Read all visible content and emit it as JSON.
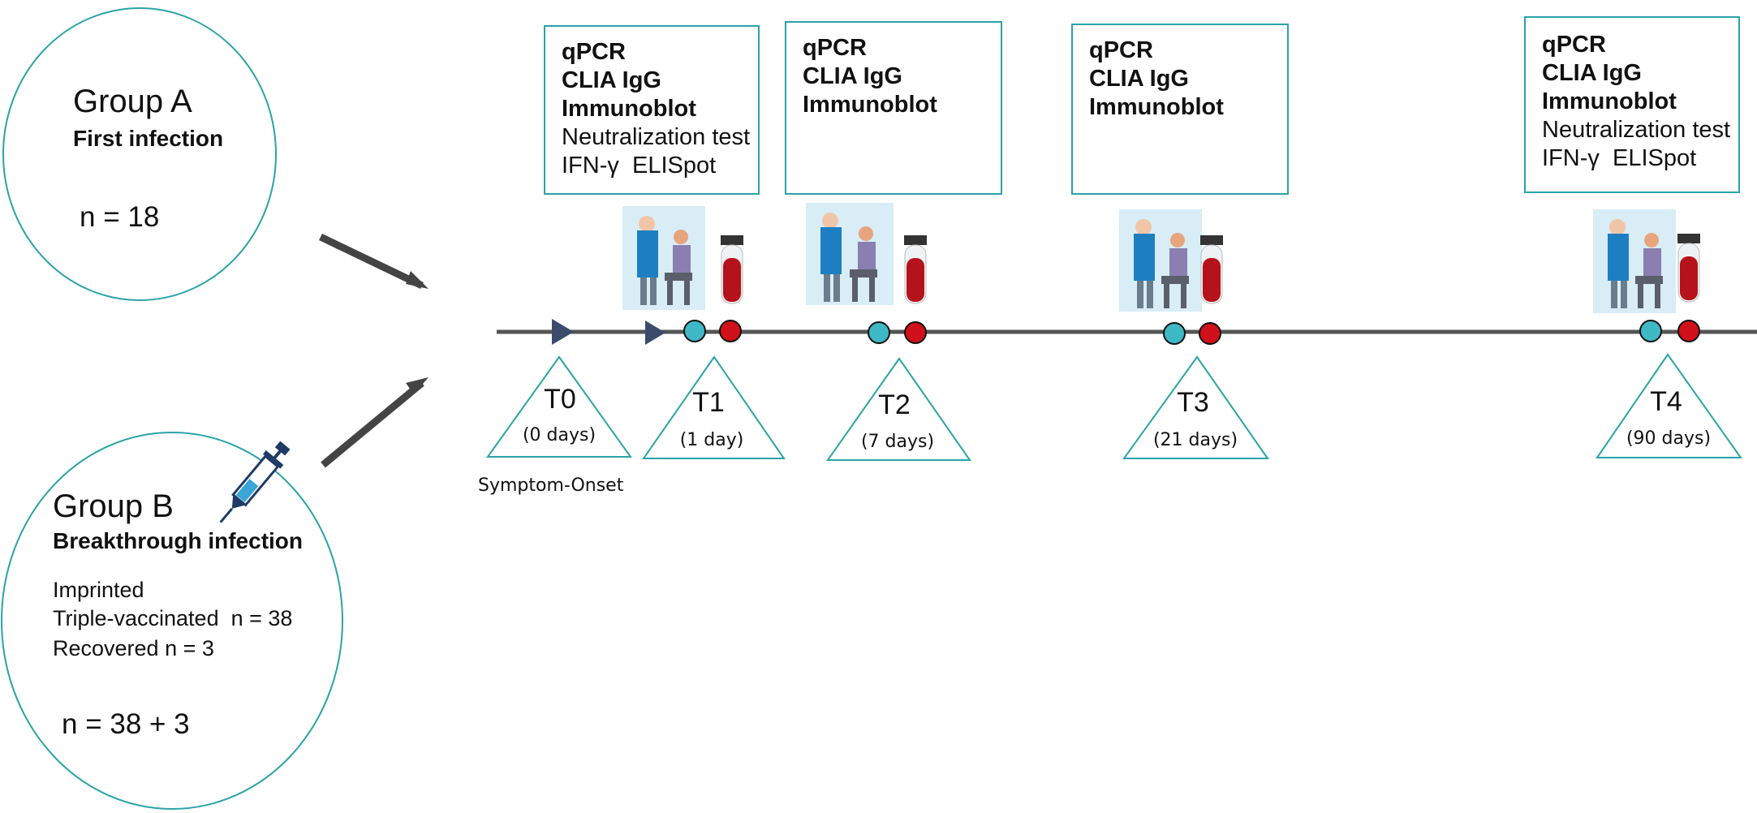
{
  "groups": {
    "a": {
      "title": "Group A",
      "subtitle": "First infection",
      "n": "n = 18"
    },
    "b": {
      "title": "Group B",
      "subtitle": "Breakthrough infection",
      "lines": [
        "Imprinted",
        "Triple-vaccinated  n = 38",
        "Recovered n = 3"
      ],
      "n": "n = 38 + 3",
      "icon": "syringe-icon"
    }
  },
  "timepoints": [
    {
      "label": "T0",
      "days": "(0 days)",
      "note": "Symptom-Onset"
    },
    {
      "label": "T1",
      "days": "(1 day)"
    },
    {
      "label": "T2",
      "days": "(7 days)"
    },
    {
      "label": "T3",
      "days": "(21 days)"
    },
    {
      "label": "T4",
      "days": "(90 days)"
    }
  ],
  "test_boxes": [
    {
      "bold": [
        "qPCR",
        "CLIA IgG",
        "Immunoblot"
      ],
      "normal": [
        "Neutralization test",
        "IFN-γ  ELISpot"
      ]
    },
    {
      "bold": [
        "qPCR",
        "CLIA IgG",
        "Immunoblot"
      ],
      "normal": []
    },
    {
      "bold": [
        "qPCR",
        "CLIA IgG",
        "Immunoblot"
      ],
      "normal": []
    },
    {
      "bold": [
        "qPCR",
        "CLIA IgG",
        "Immunoblot"
      ],
      "normal": [
        "Neutralization test",
        "IFN-γ  ELISpot"
      ]
    }
  ],
  "colors": {
    "teal_border": "#2aa3a8",
    "swab_marker": "#3fb8c6",
    "blood_marker": "#d0101a",
    "timeline": "#555555"
  }
}
